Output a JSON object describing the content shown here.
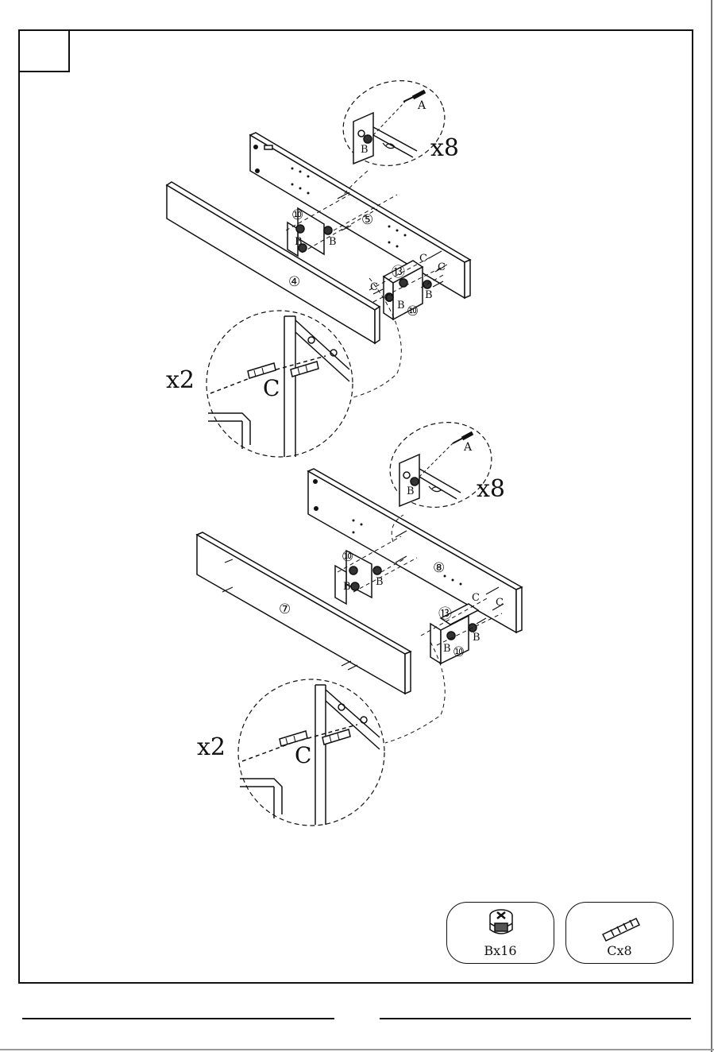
{
  "labels": {
    "A": "A",
    "B": "B",
    "C": "C",
    "p4": "④",
    "p5": "⑤",
    "p7": "⑦",
    "p8": "⑧",
    "p10": "⑩",
    "p13": "⑬"
  },
  "multipliers": {
    "top_detail": "x8",
    "top_dowel": "x2",
    "bottom_detail": "x8",
    "bottom_dowel": "x2"
  },
  "parts": [
    {
      "icon": "cam-lock-icon",
      "caption": "Bx16"
    },
    {
      "icon": "dowel-icon",
      "caption": "Cx8"
    }
  ]
}
